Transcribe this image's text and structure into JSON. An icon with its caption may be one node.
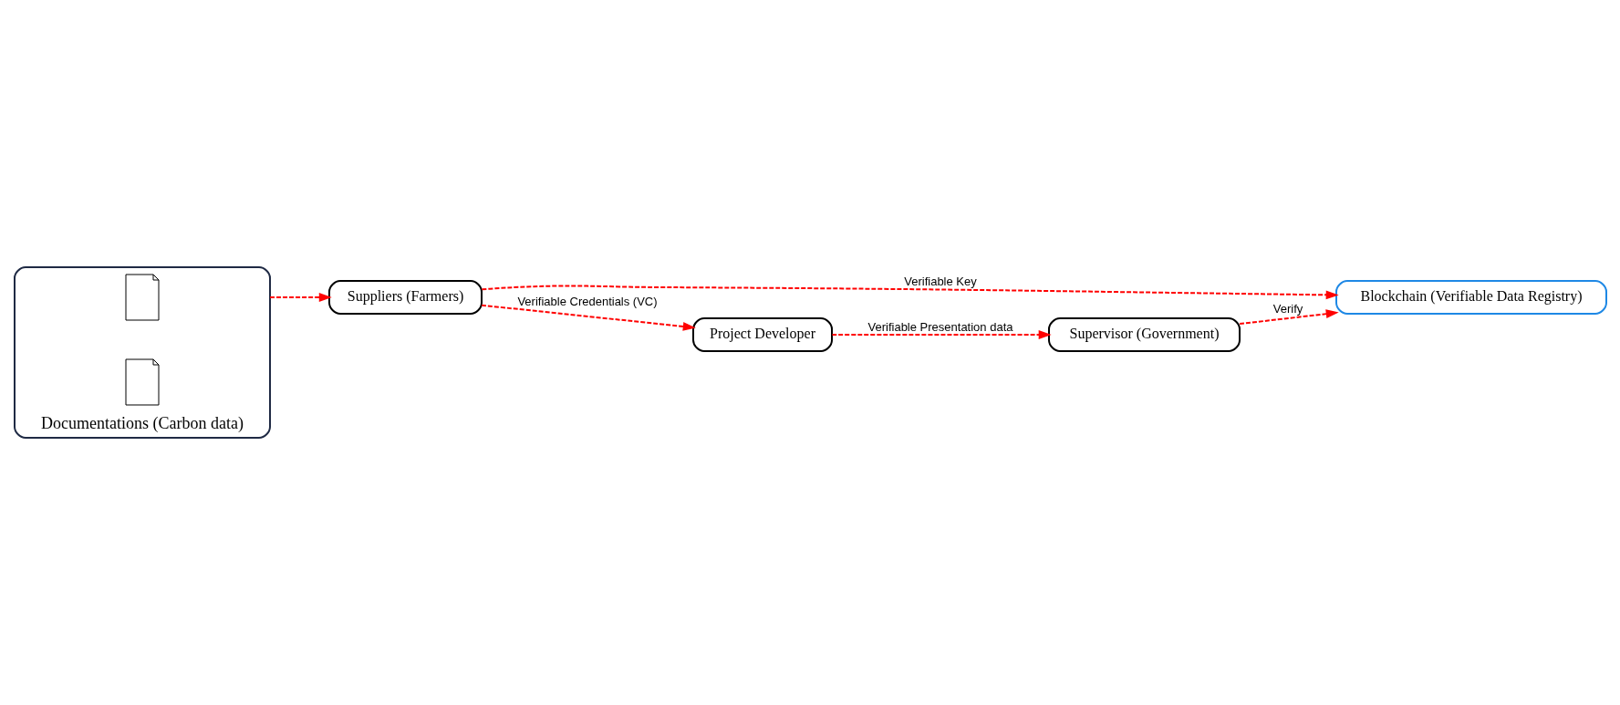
{
  "diagram": {
    "nodes": [
      {
        "text": [
          "Documentations (Carbon data)"
        ]
      },
      {
        "text": [],
        "shape": "document",
        "in": 0
      },
      {
        "text": [],
        "shape": "document",
        "in": 0
      },
      {
        "text": [
          "Suppliers (Farmers)"
        ]
      },
      {
        "text": [
          "Blockchain (Verifiable Data Registry)"
        ]
      },
      {
        "text": [
          "Supervisor (Government)"
        ]
      },
      {
        "text": [
          "Project Developer"
        ]
      }
    ],
    "edges": [
      {
        "from": 0,
        "to": 3,
        "arrow": "to",
        "style": "dashed"
      },
      {
        "from": 3,
        "to": 4,
        "arrow": "to",
        "label": "Verifiable Key",
        "style": "dashed"
      },
      {
        "from": 5,
        "to": 4,
        "arrow": "to",
        "label": "Verify",
        "style": "dashed"
      },
      {
        "from": 3,
        "to": 6,
        "arrow": "to",
        "label": "Verifiable Credentials (VC)",
        "style": "dashed"
      },
      {
        "from": 6,
        "to": 5,
        "arrow": "to",
        "label": "Verifiable Presentation data",
        "style": "dashed"
      }
    ]
  }
}
